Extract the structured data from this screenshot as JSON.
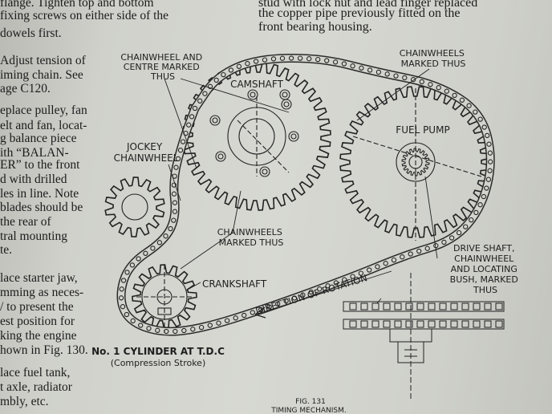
{
  "left_column": [
    "flange.  Tighten top and bottom",
    "fixing screws on either side of the",
    "dowels first.",
    "Adjust tension of",
    "iming chain.  See",
    "age C120.",
    "eplace pulley, fan",
    "elt and fan, locat-",
    "g balance piece",
    "ith  “BALAN-",
    "ER” to the front",
    "d with drilled",
    "les in line.  Note",
    " blades should be",
    "  the rear of",
    "tral mounting",
    "te.",
    "lace starter jaw,",
    "mming as neces-",
    "/ to present the",
    "est position for",
    "king the engine",
    "hown in Fig. 130.",
    "lace fuel tank,",
    "t axle, radiator",
    "mbly, etc."
  ],
  "right_column": [
    "stud with lock nut and lead finger replaced",
    "the copper pipe previously fitted on the",
    "front bearing housing."
  ],
  "diagram_labels": {
    "chainwheel_centre": [
      "CHAINWHEEL AND",
      "CENTRE MARKED",
      "THUS"
    ],
    "chainwheels_top": [
      "CHAINWHEELS",
      "MARKED THUS"
    ],
    "camshaft": "CAMSHAFT",
    "fuel_pump": "FUEL PUMP",
    "jockey": [
      "JOCKEY",
      "CHAINWHEEL"
    ],
    "chainwheels_mid": [
      "CHAINWHEELS",
      "MARKED THUS"
    ],
    "crankshaft": "CRANKSHAFT",
    "drive_shaft": [
      "DRIVE SHAFT,",
      "CHAINWHEEL",
      "AND LOCATING",
      "BUSH, MARKED",
      "THUS"
    ],
    "direction": "DIRECTION OF ROTATION",
    "cylinder": "No. 1 CYLINDER AT T.D.C",
    "compression": "(Compression Stroke)",
    "fig_number": "FIG. 131",
    "fig_title": "TIMING MECHANISM."
  }
}
